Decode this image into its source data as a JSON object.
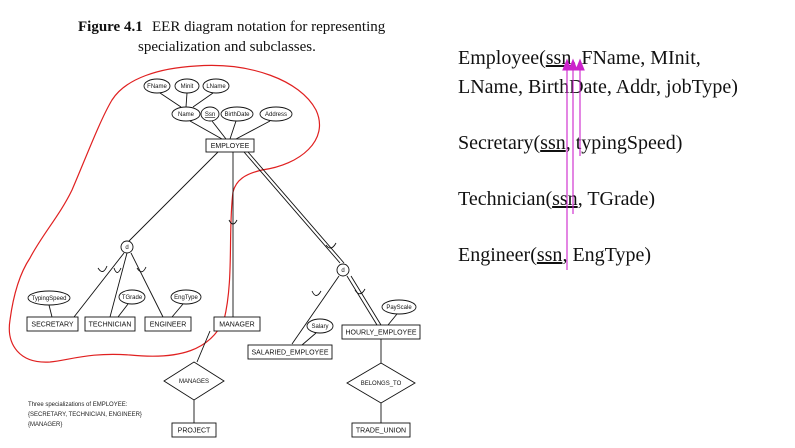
{
  "figure": {
    "title_bold": "Figure 4.1",
    "title_line1": "EER diagram notation for representing",
    "title_line2": "specialization and subclasses."
  },
  "diagram": {
    "employee": "EMPLOYEE",
    "attributes": {
      "fname": "FName",
      "minit": "Minit",
      "lname": "LName",
      "name": "Name",
      "ssn": "Ssn",
      "birthdate": "BirthDate",
      "address": "Address",
      "typing_speed": "TypingSpeed",
      "tgrade": "TGrade",
      "eng_type": "EngType",
      "pay_scale": "PayScale",
      "salary": "Salary"
    },
    "disjoint_symbol": "d",
    "subclasses": {
      "secretary": "SECRETARY",
      "technician": "TECHNICIAN",
      "engineer": "ENGINEER",
      "manager": "MANAGER",
      "salaried": "SALARIED_EMPLOYEE",
      "hourly": "HOURLY_EMPLOYEE"
    },
    "relationships": {
      "manages": "MANAGES",
      "belongs_to": "BELONGS_TO"
    },
    "entities": {
      "project": "PROJECT",
      "trade_union": "TRADE_UNION"
    },
    "caption": [
      "Three specializations of EMPLOYEE:",
      "{SECRETARY, TECHNICIAN, ENGINEER}",
      "{MANAGER}"
    ]
  },
  "schema": {
    "employee_line1": [
      "Employee(",
      "ssn",
      ", FName, MInit,"
    ],
    "employee_line2": "LName, BirthDate, Addr, jobType)",
    "secretary": [
      "Secretary(",
      "ssn",
      ", typingSpeed)"
    ],
    "technician": [
      "Technician(",
      "ssn",
      ", TGrade)"
    ],
    "engineer": [
      "Engineer(",
      "ssn",
      ", EngType)"
    ]
  },
  "colors": {
    "outline": "#e02020",
    "arrows": "#cc22cc",
    "ink": "#111111"
  }
}
